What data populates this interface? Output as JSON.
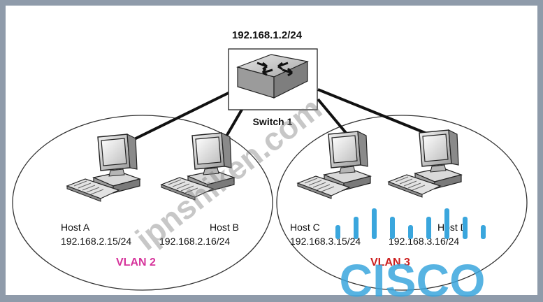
{
  "switch": {
    "ip": "192.168.1.2/24",
    "label": "Switch 1"
  },
  "hosts": [
    {
      "name": "Host A",
      "ip": "192.168.2.15/24"
    },
    {
      "name": "Host B",
      "ip": "192.168.2.16/24"
    },
    {
      "name": "Host C",
      "ip": "192.168.3.15/24"
    },
    {
      "name": "Host D",
      "ip": "192.168.3.16/24"
    }
  ],
  "vlans": [
    {
      "label": "VLAN 2",
      "color": "#d6339b"
    },
    {
      "label": "VLAN 3",
      "color": "#cc1f1f"
    }
  ],
  "watermark": {
    "text": "ipnshiken.com",
    "logo_text": "CISCO",
    "logo_color": "#3aa6dd"
  }
}
